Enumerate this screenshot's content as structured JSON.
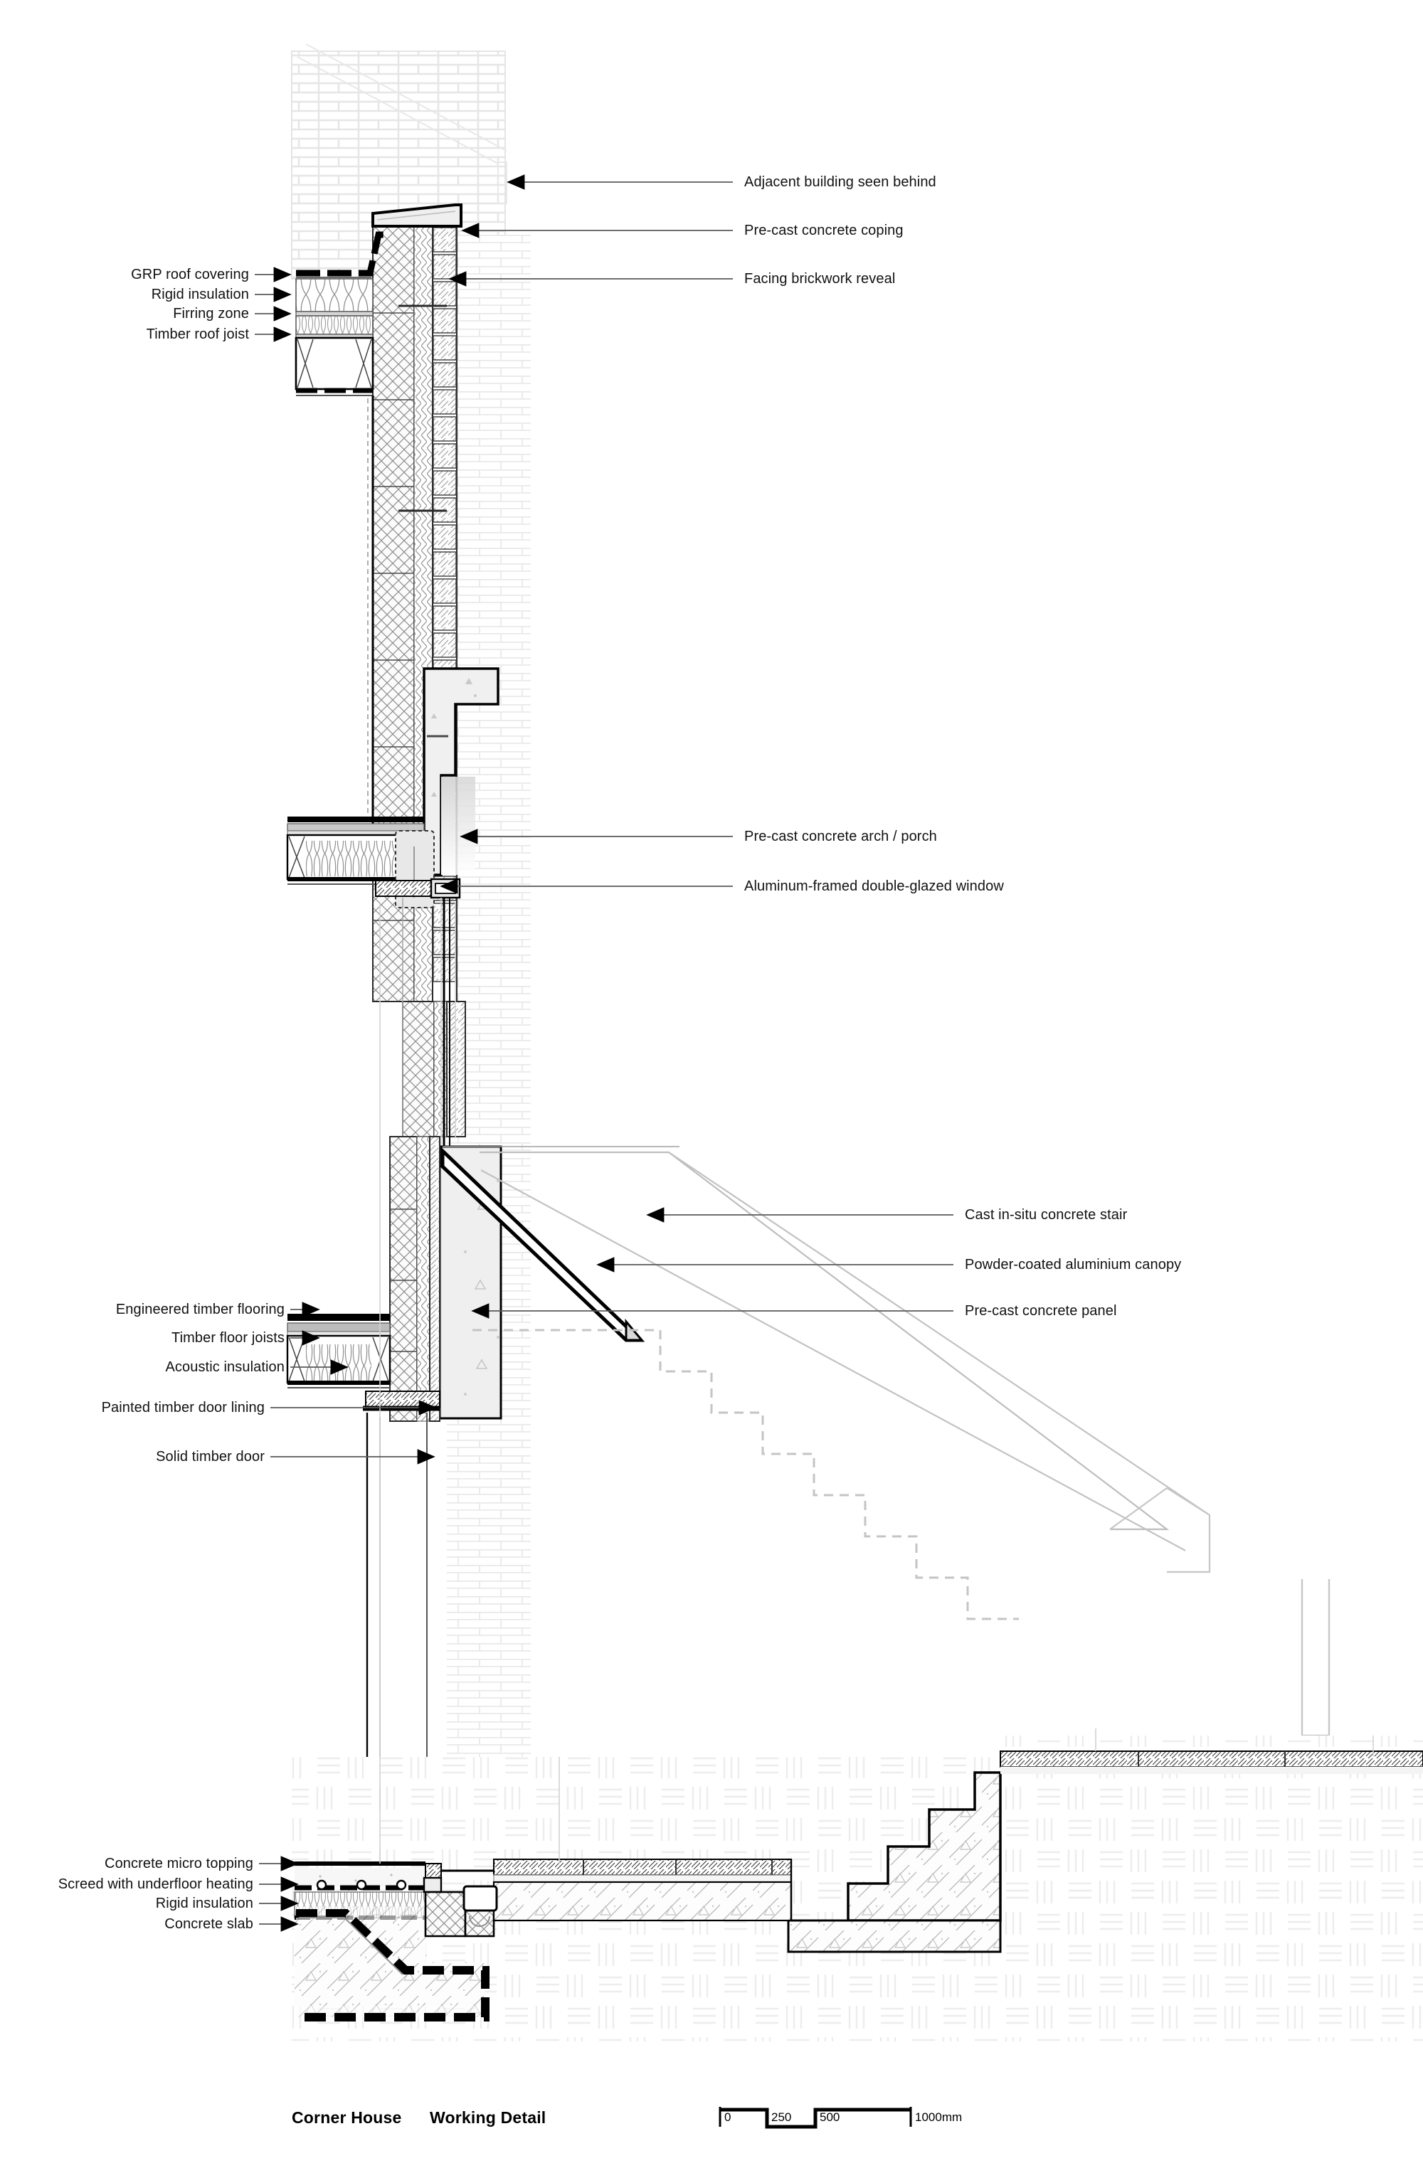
{
  "sheet": {
    "project_title": "Corner House",
    "drawing_title": "Working Detail"
  },
  "scale_bar": {
    "ticks": [
      "0",
      "250",
      "500",
      "1000mm"
    ]
  },
  "annotations_left": [
    {
      "name": "grp-roof-covering",
      "text": "GRP roof covering"
    },
    {
      "name": "rigid-insulation-roof",
      "text": "Rigid insulation"
    },
    {
      "name": "firring-zone",
      "text": "Firring zone"
    },
    {
      "name": "timber-roof-joist",
      "text": "Timber roof joist"
    },
    {
      "name": "engineered-timber-flooring",
      "text": "Engineered timber flooring"
    },
    {
      "name": "timber-floor-joists",
      "text": "Timber floor joists"
    },
    {
      "name": "acoustic-insulation",
      "text": "Acoustic insulation"
    },
    {
      "name": "painted-timber-door-lining",
      "text": "Painted timber door lining"
    },
    {
      "name": "solid-timber-door",
      "text": "Solid timber door"
    },
    {
      "name": "concrete-micro-topping",
      "text": "Concrete micro topping"
    },
    {
      "name": "screed-underfloor-heating",
      "text": "Screed with underfloor heating"
    },
    {
      "name": "rigid-insulation-floor",
      "text": "Rigid insulation"
    },
    {
      "name": "concrete-slab",
      "text": "Concrete slab"
    }
  ],
  "annotations_right": [
    {
      "name": "adjacent-building",
      "text": "Adjacent building seen behind"
    },
    {
      "name": "precast-concrete-coping",
      "text": "Pre-cast concrete coping"
    },
    {
      "name": "facing-brickwork-reveal",
      "text": "Facing brickwork reveal"
    },
    {
      "name": "precast-concrete-arch",
      "text": "Pre-cast concrete arch / porch"
    },
    {
      "name": "aluminium-framed-window",
      "text": "Aluminum-framed double-glazed window"
    },
    {
      "name": "cast-insitu-concrete-stair",
      "text": "Cast in-situ concrete stair"
    },
    {
      "name": "powder-coated-canopy",
      "text": "Powder-coated aluminium canopy"
    },
    {
      "name": "precast-concrete-panel",
      "text": "Pre-cast concrete panel"
    }
  ],
  "colors": {
    "line": "#000000",
    "ghost": "#e2e2e2",
    "leader": "#555555",
    "fill_light": "#f0f0f0",
    "fill_concrete": "#ededed",
    "hatch": "#9a9a9a"
  }
}
